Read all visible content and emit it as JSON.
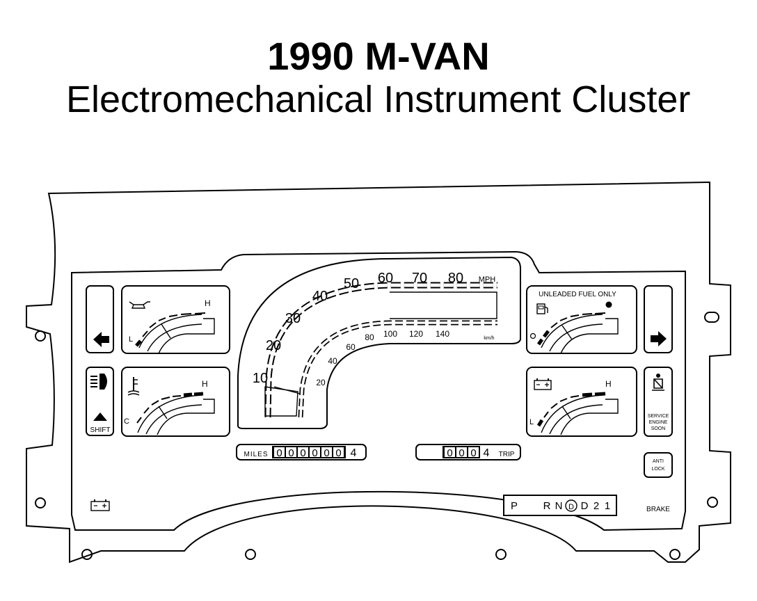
{
  "header": {
    "title": "1990 M-VAN",
    "subtitle": "Electromechanical Instrument Cluster"
  },
  "speedometer": {
    "mph_labels": [
      "10",
      "20",
      "30",
      "40",
      "50",
      "60",
      "70",
      "80"
    ],
    "mph_unit": "MPH",
    "kmh_labels": [
      "20",
      "40",
      "60",
      "80",
      "100",
      "120",
      "140"
    ],
    "kmh_unit": "km/h"
  },
  "gauges": {
    "oil": {
      "low": "L",
      "high": "H"
    },
    "temp": {
      "low": "C",
      "high": "H"
    },
    "fuel": {
      "notice": "UNLEADED FUEL ONLY"
    },
    "volt": {
      "low": "L",
      "high": "H"
    }
  },
  "indicators": {
    "shift": "SHIFT",
    "service_engine_soon": [
      "SERVICE",
      "ENGINE",
      "SOON"
    ],
    "anti_lock": [
      "ANTI",
      "LOCK"
    ],
    "brake": "BRAKE"
  },
  "odometer": {
    "label": "MILES",
    "digits": [
      "0",
      "0",
      "0",
      "0",
      "0",
      "0"
    ],
    "tenths": "4"
  },
  "trip": {
    "label": "TRIP",
    "digits": [
      "0",
      "0",
      "0"
    ],
    "tenths": "4"
  },
  "prndl": [
    "P",
    "R",
    "N",
    "D",
    "D",
    "2",
    "1"
  ],
  "colors": {
    "line": "#000000",
    "background": "#ffffff"
  }
}
